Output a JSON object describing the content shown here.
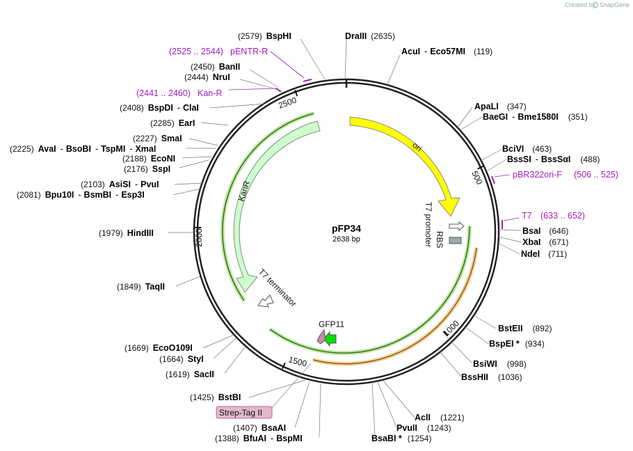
{
  "credit": {
    "prefix": "Created by",
    "brand": "SnapGene"
  },
  "plasmid": {
    "name": "pFP34",
    "length": "2638 bp"
  },
  "ticks": [
    "500",
    "1000",
    "1500",
    "2000",
    "2500"
  ],
  "features": {
    "ori": "ori",
    "kanr": "KanR",
    "t7_promoter": "T7 promoter",
    "rbs": "RBS",
    "t7_terminator": "T7 terminator",
    "gfp11": "GFP11",
    "strep_tag": "Strep-Tag II"
  },
  "sites": [
    {
      "pos": "(2579)",
      "names": [
        "BspHI"
      ]
    },
    {
      "pos": "(2635)",
      "names": [
        "DraIII"
      ]
    },
    {
      "pos": "(119)",
      "names": [
        "AcuI",
        "Eco57MI"
      ]
    },
    {
      "pos": "(2450)",
      "names": [
        "BanII"
      ]
    },
    {
      "pos": "(2444)",
      "names": [
        "NruI"
      ]
    },
    {
      "pos": "(2408)",
      "names": [
        "BspDI",
        "ClaI"
      ]
    },
    {
      "pos": "(2285)",
      "names": [
        "EarI"
      ]
    },
    {
      "pos": "(2227)",
      "names": [
        "SmaI"
      ]
    },
    {
      "pos": "(2225)",
      "names": [
        "AvaI",
        "BsoBI",
        "TspMI",
        "XmaI"
      ]
    },
    {
      "pos": "(2188)",
      "names": [
        "EcoNI"
      ]
    },
    {
      "pos": "(2176)",
      "names": [
        "SspI"
      ]
    },
    {
      "pos": "(2103)",
      "names": [
        "AsiSI",
        "PvuI"
      ]
    },
    {
      "pos": "(2081)",
      "names": [
        "Bpu10I",
        "BsmBI",
        "Esp3I"
      ]
    },
    {
      "pos": "(1979)",
      "names": [
        "HindIII"
      ]
    },
    {
      "pos": "(1849)",
      "names": [
        "TaqII"
      ]
    },
    {
      "pos": "(1669)",
      "names": [
        "EcoO109I"
      ]
    },
    {
      "pos": "(1664)",
      "names": [
        "StyI"
      ]
    },
    {
      "pos": "(1619)",
      "names": [
        "SacII"
      ]
    },
    {
      "pos": "(1425)",
      "names": [
        "BstBI"
      ]
    },
    {
      "pos": "(1407)",
      "names": [
        "BsaAI"
      ]
    },
    {
      "pos": "(1388)",
      "names": [
        "BfuAI",
        "BspMI"
      ]
    },
    {
      "pos": "(347)",
      "names": [
        "ApaLI"
      ]
    },
    {
      "pos": "(351)",
      "names": [
        "BaeGI",
        "Bme1580I"
      ]
    },
    {
      "pos": "(463)",
      "names": [
        "BciVI"
      ]
    },
    {
      "pos": "(488)",
      "names": [
        "BssSI",
        "BssSαI"
      ]
    },
    {
      "pos": "(646)",
      "names": [
        "BsaI"
      ]
    },
    {
      "pos": "(671)",
      "names": [
        "XbaI"
      ]
    },
    {
      "pos": "(711)",
      "names": [
        "NdeI"
      ]
    },
    {
      "pos": "(892)",
      "names": [
        "BstEII"
      ]
    },
    {
      "pos": "(934)",
      "names": [
        "BspEI *"
      ]
    },
    {
      "pos": "(998)",
      "names": [
        "BsiWI"
      ]
    },
    {
      "pos": "(1036)",
      "names": [
        "BssHII"
      ]
    },
    {
      "pos": "(1221)",
      "names": [
        "AclI"
      ]
    },
    {
      "pos": "(1243)",
      "names": [
        "PvuII"
      ]
    },
    {
      "pos": "(1254)",
      "names": [
        "BsaBI *"
      ]
    }
  ],
  "primers": [
    {
      "name": "pENTR-R",
      "range": "(2525 .. 2544)"
    },
    {
      "name": "Kan-R",
      "range": "(2441 .. 2460)"
    },
    {
      "name": "pBR322ori-F",
      "range": "(506 .. 525)"
    },
    {
      "name": "T7",
      "range": "(633 .. 652)"
    }
  ]
}
